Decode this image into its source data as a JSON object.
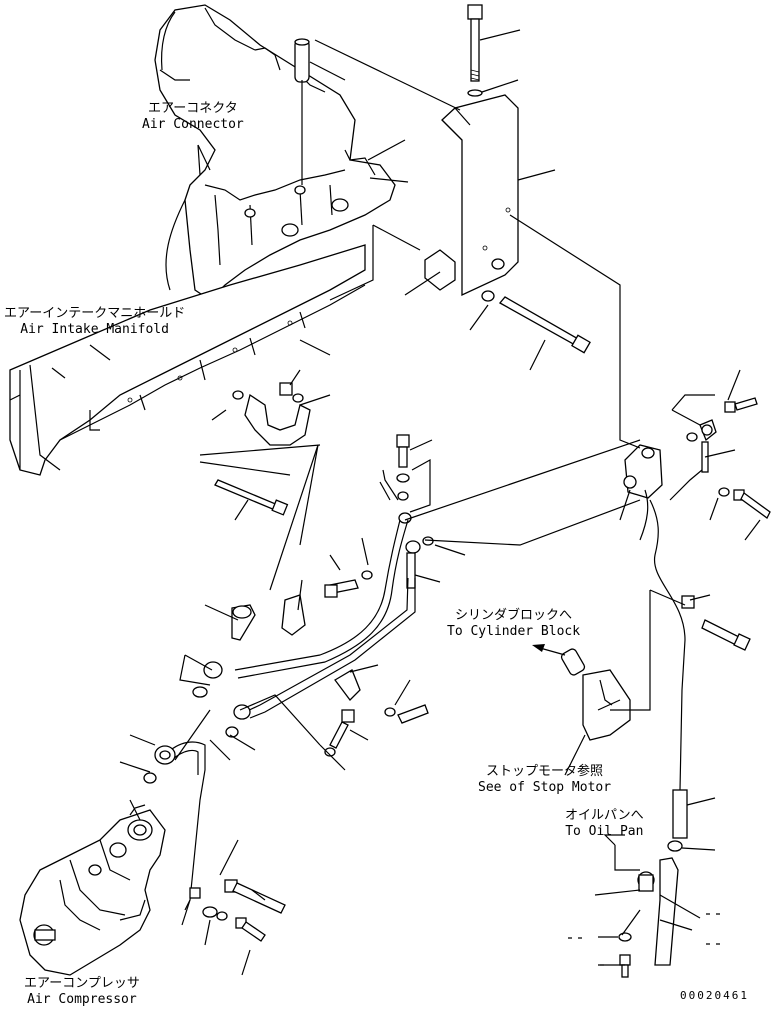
{
  "labels": {
    "air_connector": {
      "jp": "エアーコネクタ",
      "en": "Air Connector"
    },
    "air_intake_manifold": {
      "jp": "エアーインテークマニホールド",
      "en": "Air Intake Manifold"
    },
    "cylinder_block": {
      "jp": "シリンダブロックへ",
      "en": "To Cylinder Block"
    },
    "stop_motor": {
      "jp": "ストップモータ参照",
      "en": "See of Stop Motor"
    },
    "oil_pan": {
      "jp": "オイルパンへ",
      "en": "To Oil Pan"
    },
    "air_compressor": {
      "jp": "エアーコンプレッサ",
      "en": "Air Compressor"
    }
  },
  "drawing_code": "00020461"
}
